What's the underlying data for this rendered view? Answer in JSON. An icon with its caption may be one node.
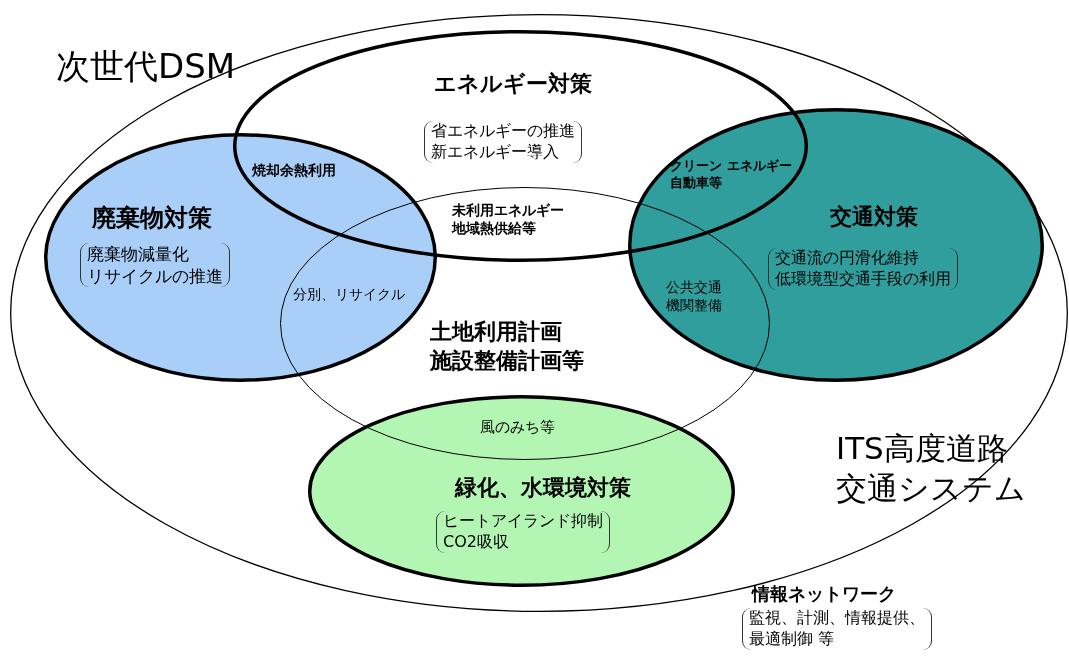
{
  "diagram": {
    "nodes": [
      {
        "text": [
          "次世代DSM",
          "ITS高度道路交通システム"
        ]
      },
      {
        "text": [
          "エネルギー対策",
          "省エネルギーの推進新エネルギー導入"
        ],
        "in": 0
      },
      {
        "text": [
          "廃棄物対策",
          "廃棄物減量化リサイクルの推進"
        ],
        "in": 0
      },
      {
        "text": [
          "交通対策",
          "交通流の円滑化維持低環境型交通手段の利用"
        ],
        "in": 0
      },
      {
        "text": [
          "土地利用計画施設整備計画等"
        ],
        "in": 0
      },
      {
        "text": [
          "緑化、水環境対策",
          "ヒートアイランド抑制CO2吸収"
        ],
        "in": 0
      }
    ],
    "labels": [
      "焼却余熱利用",
      "クリーン エネルギー自動車等",
      "未利用エネルギー地域熱供給等",
      "分別、リサイクル",
      "公共交通機関整備",
      "風のみち等",
      "情報ネットワーク",
      "監視、計測、情報提供、最適制御 等"
    ]
  }
}
